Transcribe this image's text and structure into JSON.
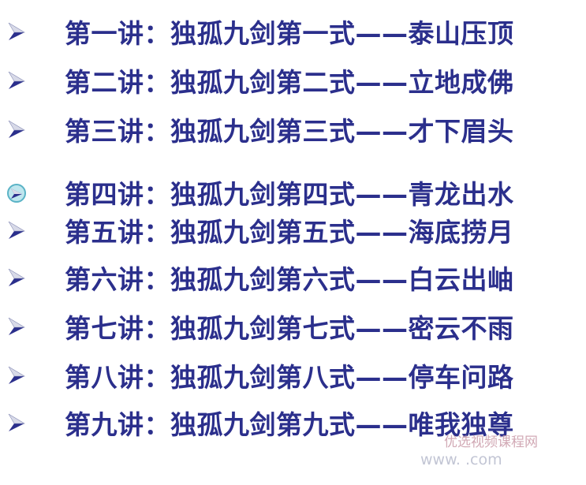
{
  "lectures": [
    {
      "label": "第一讲：独孤九剑第一式——泰山压顶",
      "bullet": "arrow-bullet"
    },
    {
      "label": "第二讲：独孤九剑第二式——立地成佛",
      "bullet": "arrow-bullet"
    },
    {
      "label": "第三讲：独孤九剑第三式——才下眉头",
      "bullet": "arrow-bullet"
    },
    {
      "label": "第四讲：独孤九剑第四式——青龙出水",
      "bullet": "cursor-highlight"
    },
    {
      "label": "第五讲：独孤九剑第五式——海底捞月",
      "bullet": "arrow-bullet"
    },
    {
      "label": "第六讲：独孤九剑第六式——白云出岫",
      "bullet": "arrow-bullet"
    },
    {
      "label": "第七讲：独孤九剑第七式——密云不雨",
      "bullet": "arrow-bullet"
    },
    {
      "label": "第八讲：独孤九剑第八式——停车问路",
      "bullet": "arrow-bullet"
    },
    {
      "label": "第九讲：独孤九剑第九式——唯我独尊",
      "bullet": "arrow-bullet"
    }
  ],
  "watermark": {
    "line1": "优选视频课程网",
    "line2": "www.          .com"
  },
  "colors": {
    "text": "#2b2f8c",
    "bullet": "#2b2f8c",
    "background": "#ffffff"
  }
}
